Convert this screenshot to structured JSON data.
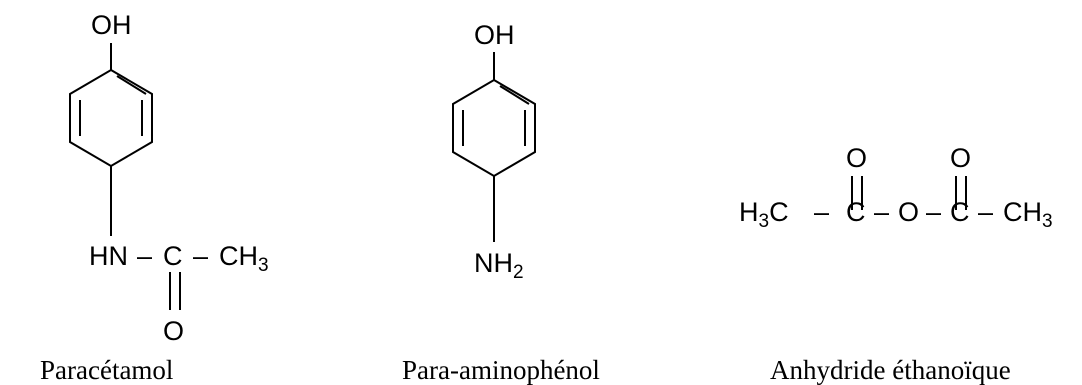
{
  "paracetamol": {
    "name": "Paracétamol",
    "top_group": "OH",
    "amide_n": "HN",
    "dash1": "–",
    "carbon": "C",
    "dash2": "–",
    "methyl": "CH",
    "methyl_sub": "3",
    "carbonyl_o": "O"
  },
  "aminophenol": {
    "name": "Para-aminophénol",
    "top_group": "OH",
    "amine": "NH",
    "amine_sub": "2"
  },
  "anhydride": {
    "name": "Anhydride éthanoïque",
    "left_methyl": "H",
    "left_methyl_sub": "3",
    "left_methyl_c": "C",
    "dash1": "–",
    "carbon1": "C",
    "dash2": "–",
    "bridge_o": "O",
    "dash3": "–",
    "carbon2": "C",
    "dash4": "–",
    "right_methyl": "CH",
    "right_methyl_sub": "3",
    "carbonyl_o1": "O",
    "carbonyl_o2": "O"
  }
}
